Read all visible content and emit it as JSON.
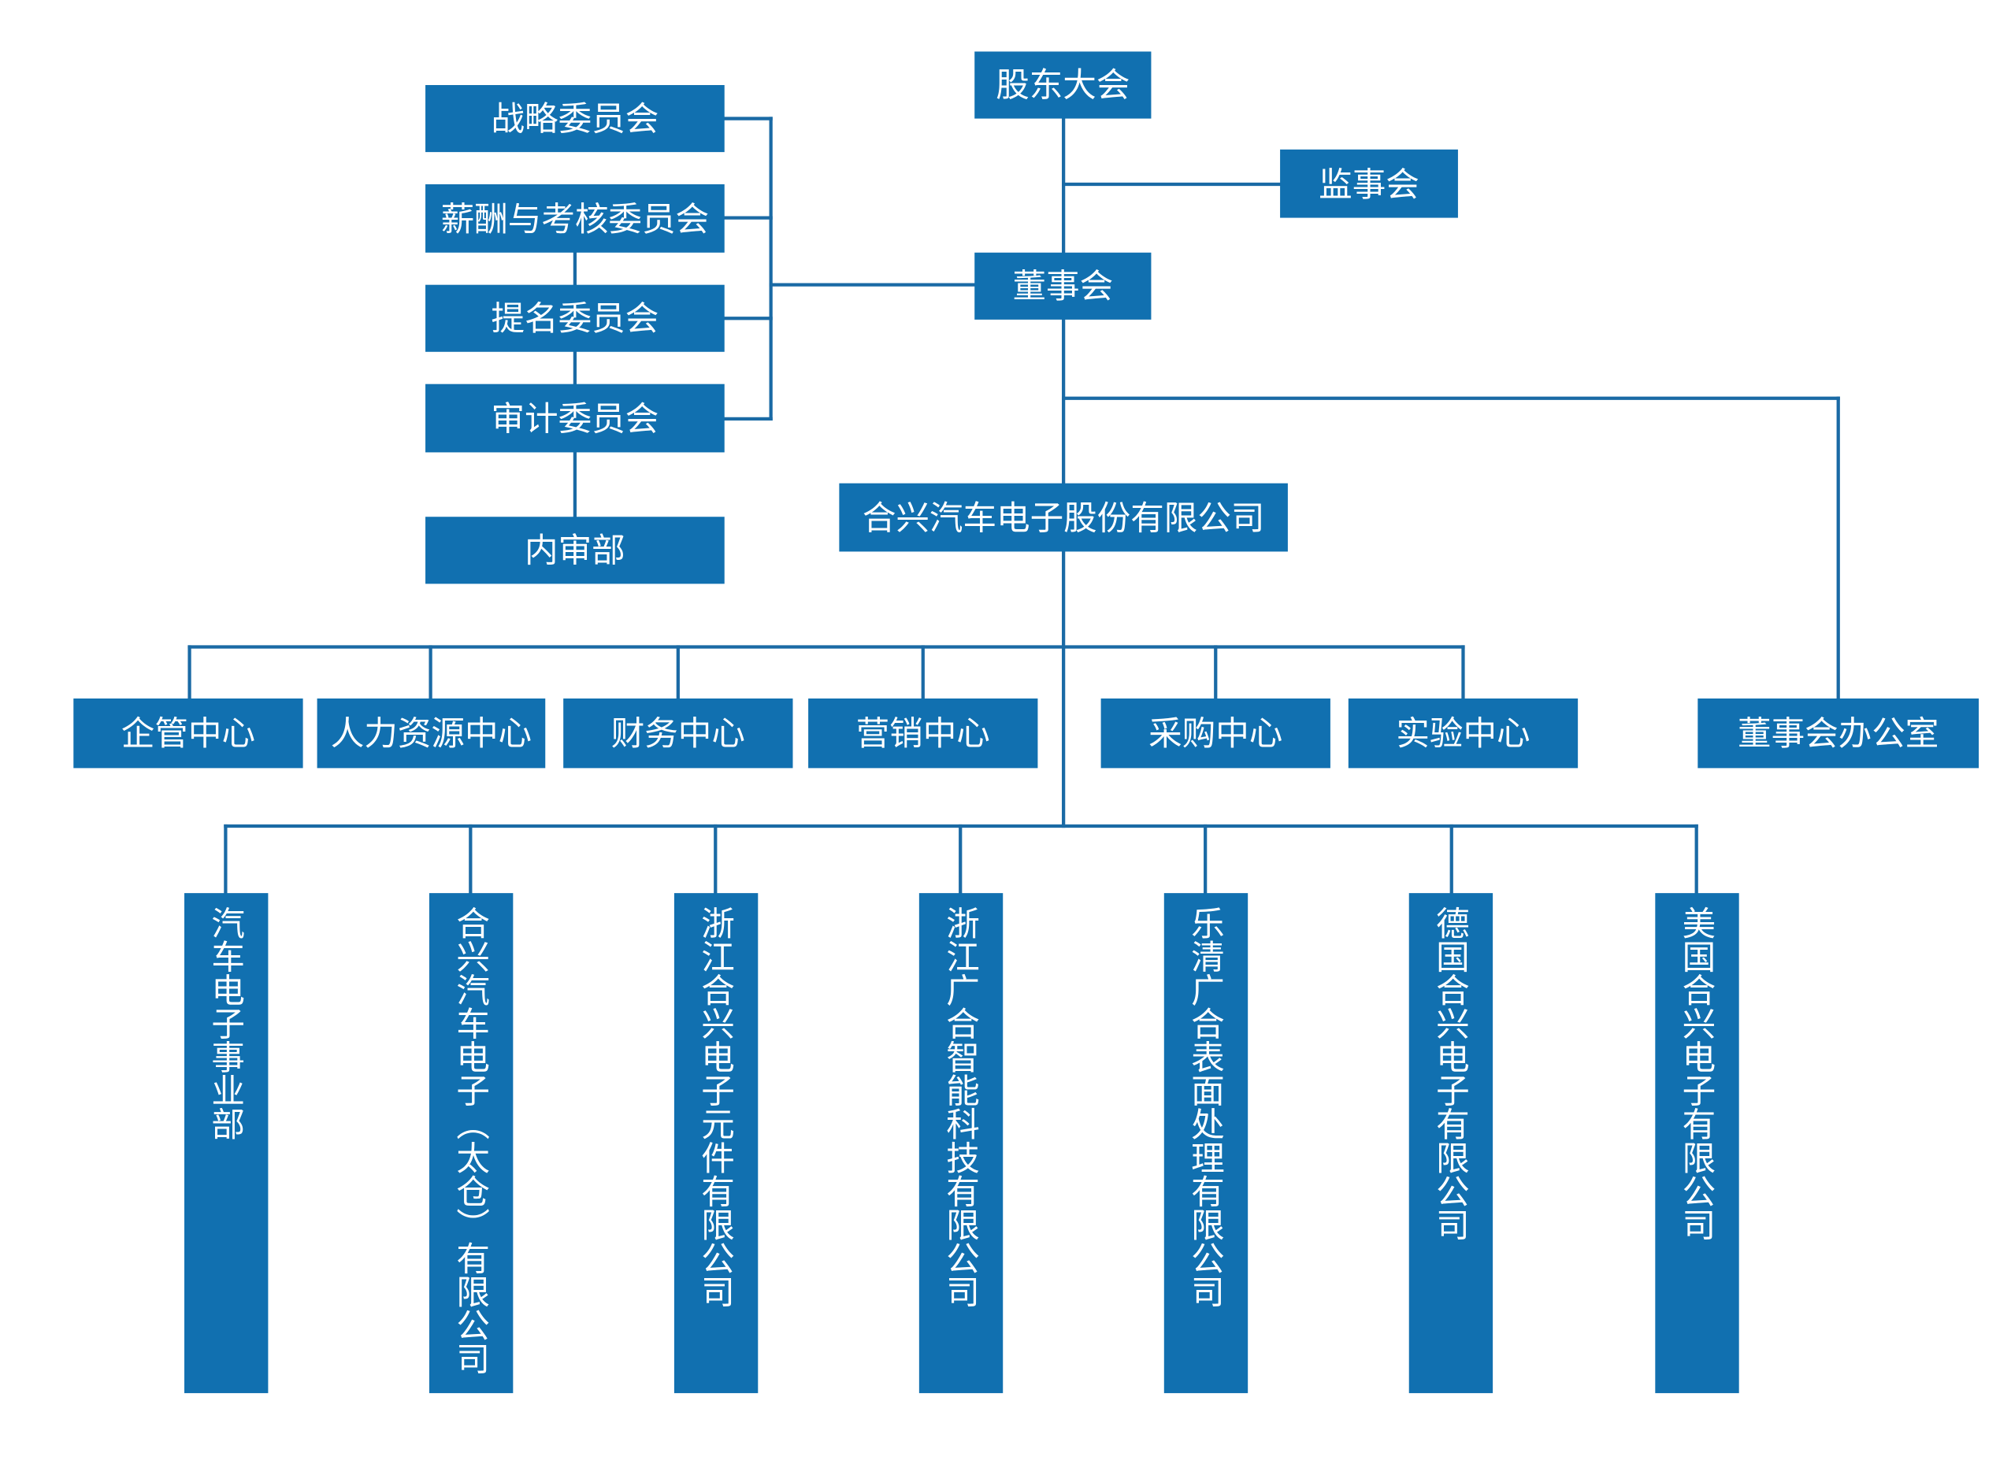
{
  "shareholders_meeting": "股东大会",
  "supervisory_board": "监事会",
  "board_of_directors": "董事会",
  "board_committees": {
    "strategy": "战略委员会",
    "remuneration": "薪酬与考核委员会",
    "nomination": "提名委员会",
    "audit": "审计委员会"
  },
  "internal_audit_dept": "内审部",
  "company": "合兴汽车电子股份有限公司",
  "board_office": "董事会办公室",
  "centers": [
    "企管中心",
    "人力资源中心",
    "财务中心",
    "营销中心",
    "采购中心",
    "实验中心"
  ],
  "subsidiaries": [
    "汽车电子事业部",
    "合兴汽车电子（太仓）有限公司",
    "浙江合兴电子元件有限公司",
    "浙江广合智能科技有限公司",
    "乐清广合表面处理有限公司",
    "德国合兴电子有限公司",
    "美国合兴电子有限公司"
  ],
  "colors": {
    "box": "#1170b0",
    "line": "#1a6aa5",
    "text": "#ffffff"
  }
}
